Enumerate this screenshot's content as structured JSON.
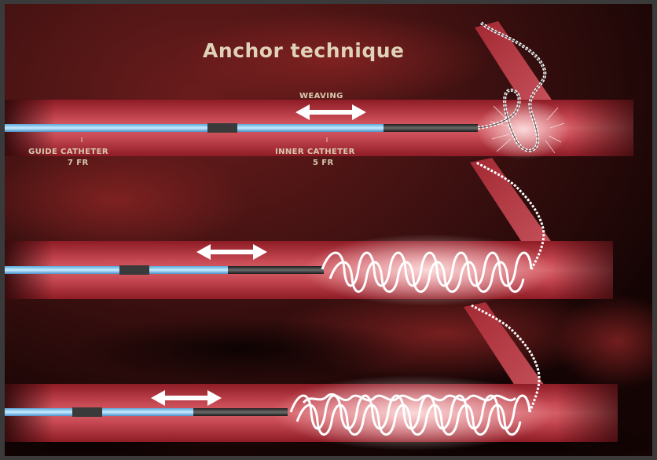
{
  "title": "Anchor technique",
  "panel1": {
    "motion_label": "WEAVING",
    "guide_label": "GUIDE CATHETER",
    "guide_size": "7 FR",
    "inner_label": "INNER CATHETER",
    "inner_size": "5 FR"
  },
  "colors": {
    "background": "#3a1010",
    "vessel": "#b2323c",
    "guide_catheter": "#8fd0f0",
    "inner_catheter": "#2e2e2e",
    "arrow": "#ffffff",
    "title": "#e0d2b8"
  },
  "icons": [
    "double-arrow-icon",
    "coil-icon"
  ]
}
